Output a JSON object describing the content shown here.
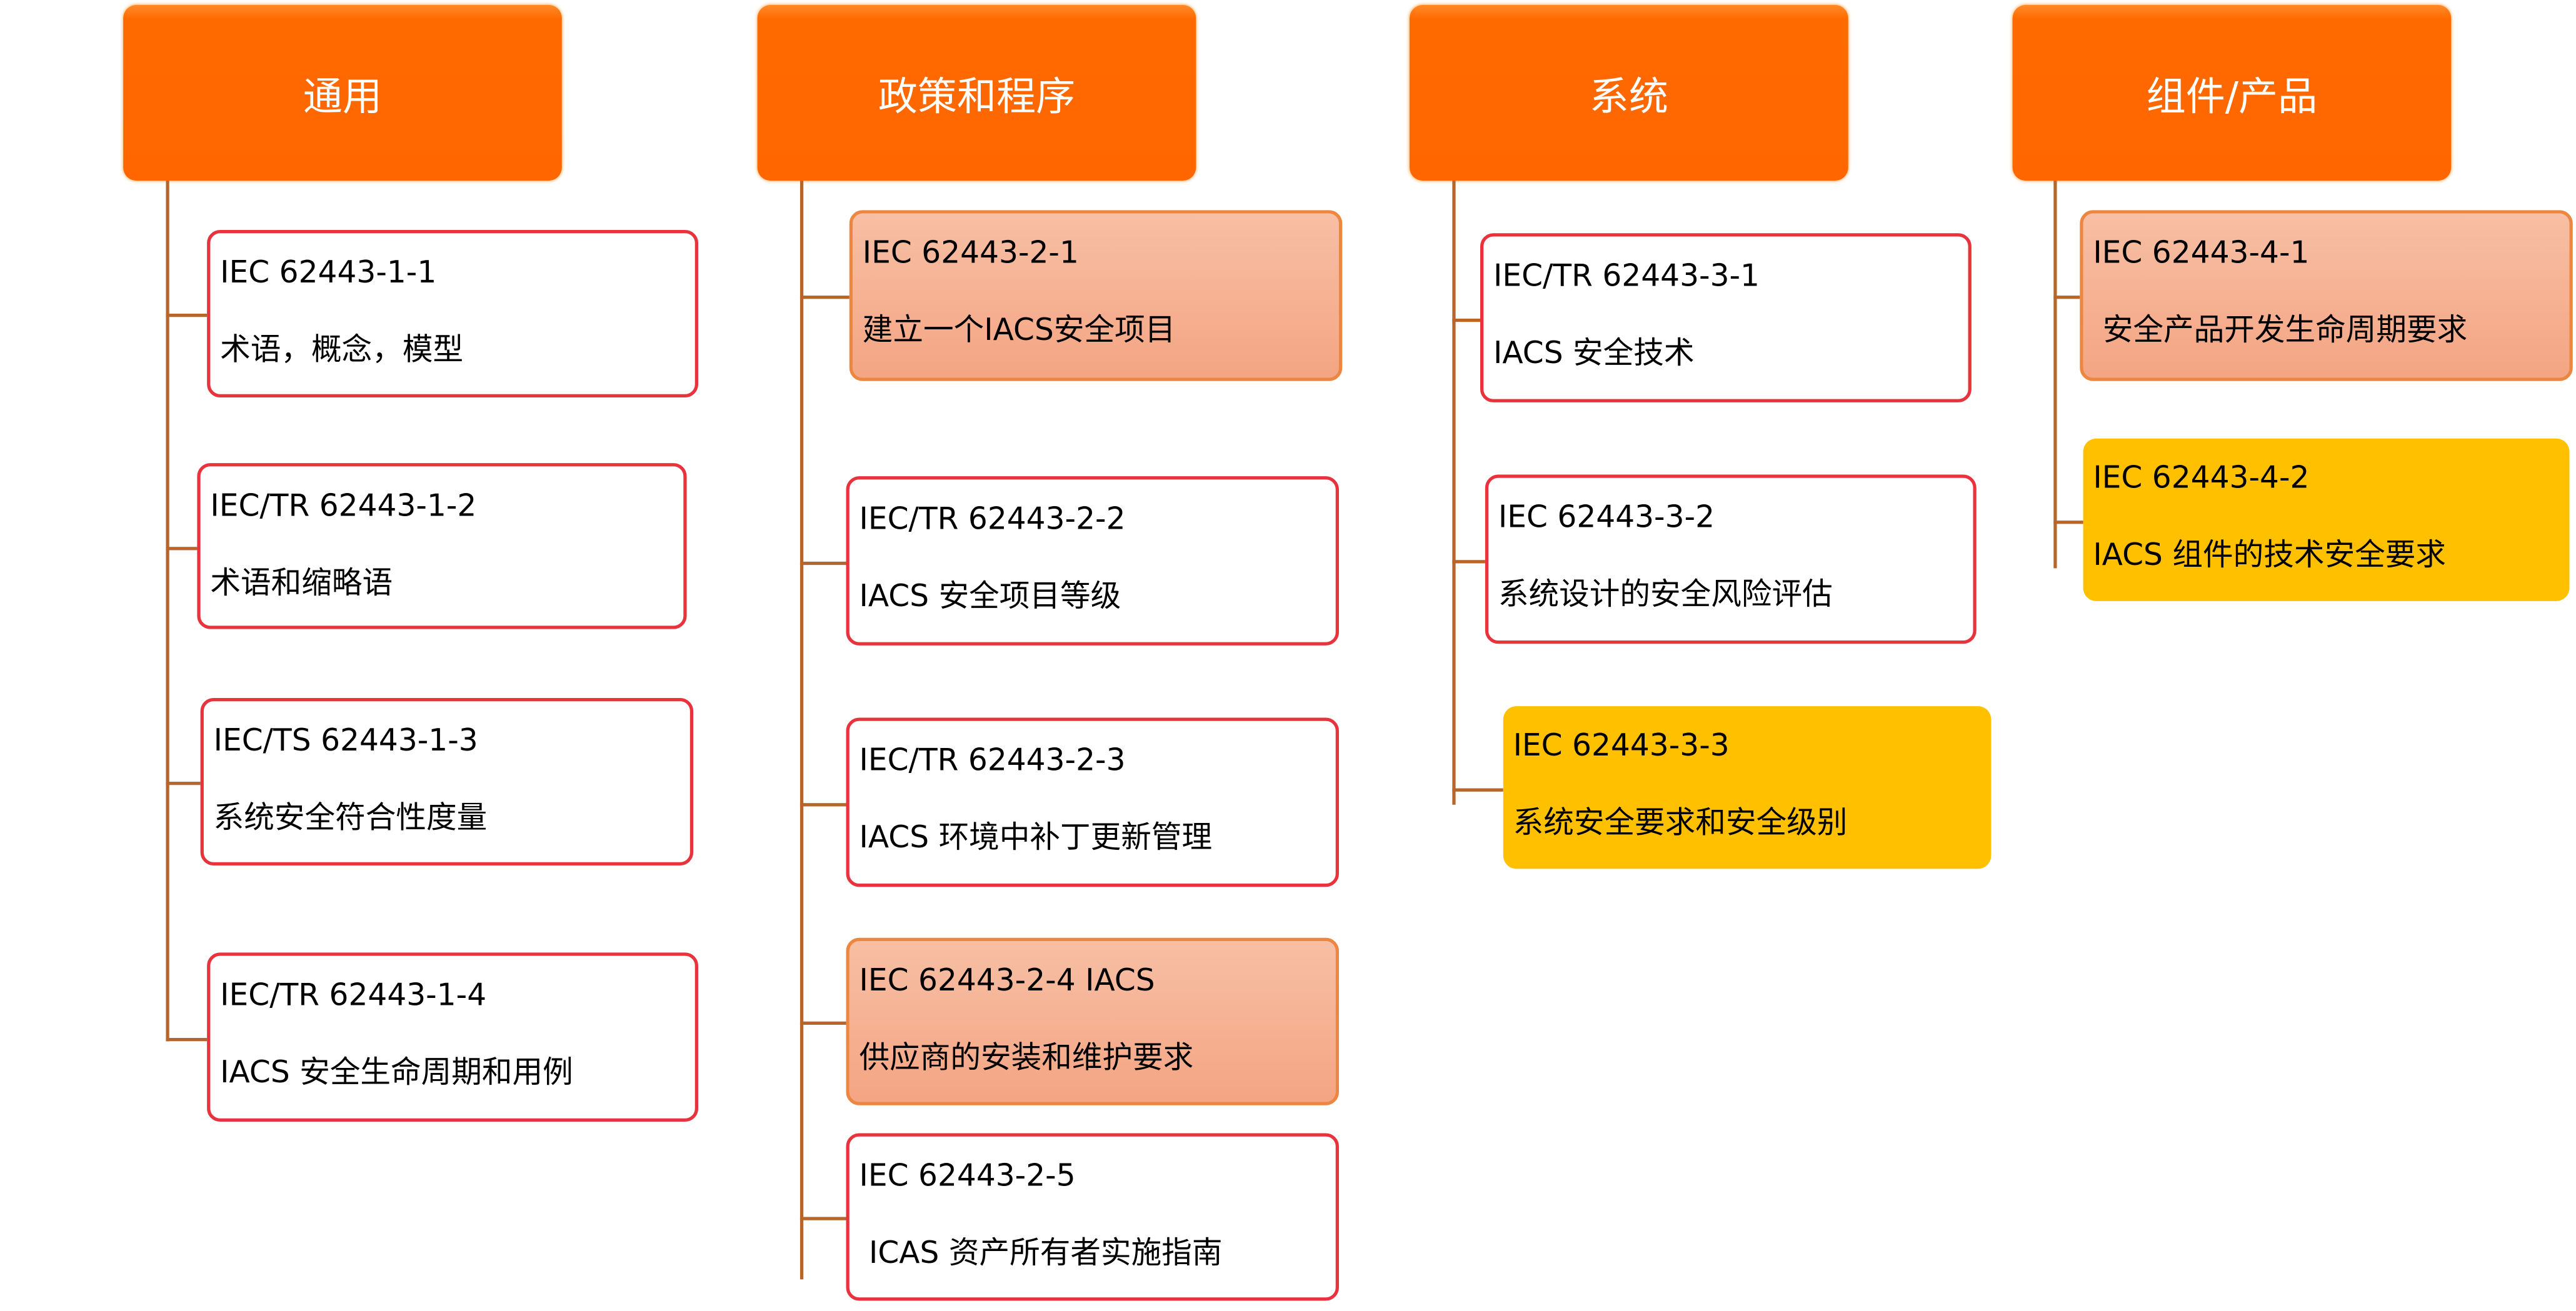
{
  "colors": {
    "header": "#ff6600",
    "connector": "#b8652a",
    "white_border": "#e8323c",
    "salmon": "#f4a583",
    "yellow": "#ffc000"
  },
  "columns": [
    {
      "title": "通用",
      "items": [
        {
          "code": "IEC 62443-1-1",
          "desc": "术语，概念，模型",
          "style": "white"
        },
        {
          "code": "IEC/TR 62443-1-2",
          "desc": "术语和缩略语",
          "style": "white"
        },
        {
          "code": "IEC/TS 62443-1-3",
          "desc": "系统安全符合性度量",
          "style": "white"
        },
        {
          "code": "IEC/TR 62443-1-4",
          "desc": "IACS 安全生命周期和用例",
          "style": "white"
        }
      ]
    },
    {
      "title": "政策和程序",
      "items": [
        {
          "code": "IEC 62443-2-1",
          "desc": "建立一个IACS安全项目",
          "style": "salmon"
        },
        {
          "code": "IEC/TR 62443-2-2",
          "desc": "IACS 安全项目等级",
          "style": "white"
        },
        {
          "code": "IEC/TR 62443-2-3",
          "desc": "IACS 环境中补丁更新管理",
          "style": "white"
        },
        {
          "code": "IEC 62443-2-4 IACS",
          "desc": "供应商的安装和维护要求",
          "style": "salmon"
        },
        {
          "code": "IEC 62443-2-5",
          "desc": " ICAS 资产所有者实施指南",
          "style": "white"
        }
      ]
    },
    {
      "title": "系统",
      "items": [
        {
          "code": "IEC/TR 62443-3-1",
          "desc": "IACS 安全技术",
          "style": "white"
        },
        {
          "code": "IEC 62443-3-2",
          "desc": "系统设计的安全风险评估",
          "style": "white"
        },
        {
          "code": "IEC 62443-3-3",
          "desc": "系统安全要求和安全级别",
          "style": "yellow"
        }
      ]
    },
    {
      "title": "组件/产品",
      "items": [
        {
          "code": "IEC 62443-4-1",
          "desc": " 安全产品开发生命周期要求",
          "style": "salmon"
        },
        {
          "code": "IEC 62443-4-2",
          "desc": "IACS 组件的技术安全要求",
          "style": "yellow"
        }
      ]
    }
  ]
}
